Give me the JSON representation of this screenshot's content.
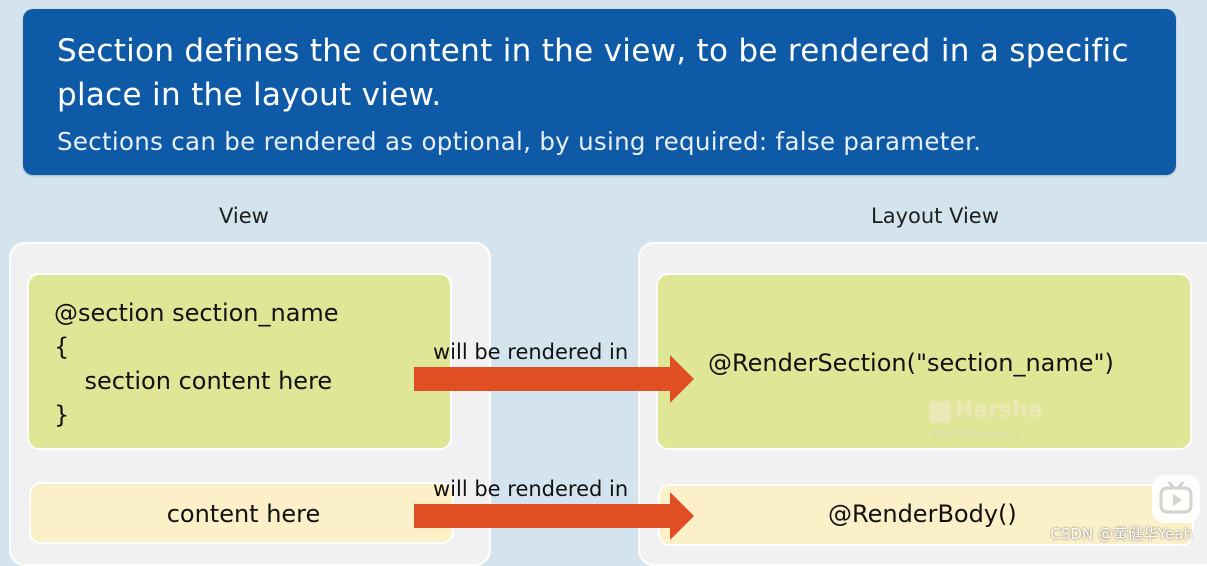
{
  "banner": {
    "title": "Section defines the content in the view, to be rendered in a specific place in the layout view.",
    "subtitle": "Sections can be rendered as optional, by using required: false parameter."
  },
  "view": {
    "label": "View",
    "section_code": "@section section_name\n{\n    section content here\n}",
    "body_content": "content here"
  },
  "layout_view": {
    "label": "Layout View",
    "render_section": "@RenderSection(\"section_name\")",
    "render_body": "@RenderBody()"
  },
  "arrows": {
    "top_label": "will be rendered in",
    "bottom_label": "will be rendered in",
    "color": "#e04e24"
  },
  "watermark": {
    "name": "Harsha",
    "sub": "Web University"
  },
  "credit": "CSDN @黄健华Yeah",
  "colors": {
    "banner": "#0f5aa7",
    "green_box": "#dfe797",
    "cream_box": "#fcf0c8",
    "background": "#d3e4ee"
  }
}
